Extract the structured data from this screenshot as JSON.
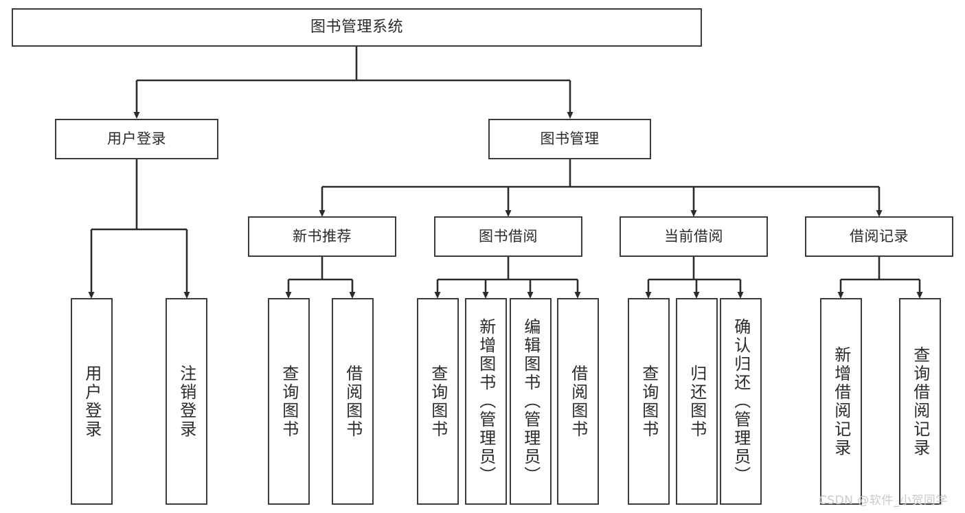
{
  "diagram": {
    "type": "tree-hierarchy",
    "title": "图书管理系统",
    "orientation": "top-down",
    "colors": {
      "box_border": "#3b3b3b",
      "box_fill": "#ffffff",
      "text": "#2b2b2b",
      "edge": "#2b2b2b",
      "watermark": "#c9c9c9",
      "background": "#ffffff"
    }
  },
  "root": {
    "label": "图书管理系统"
  },
  "level2": [
    {
      "label": "用户登录"
    },
    {
      "label": "图书管理"
    }
  ],
  "level3": [
    {
      "label": "新书推荐"
    },
    {
      "label": "图书借阅"
    },
    {
      "label": "当前借阅"
    },
    {
      "label": "借阅记录"
    }
  ],
  "leaves": {
    "user_login": [
      {
        "label": "用户登录"
      },
      {
        "label": "注销登录"
      }
    ],
    "new_book_recommend": [
      {
        "label": "查询图书"
      },
      {
        "label": "借阅图书"
      }
    ],
    "book_borrow": [
      {
        "label": "查询图书"
      },
      {
        "label": "新增图书（管理员）"
      },
      {
        "label": "编辑图书（管理员）"
      },
      {
        "label": "借阅图书"
      }
    ],
    "current_borrow": [
      {
        "label": "查询图书"
      },
      {
        "label": "归还图书"
      },
      {
        "label": "确认归还（管理员）"
      }
    ],
    "borrow_record": [
      {
        "label": "新增借阅记录"
      },
      {
        "label": "查询借阅记录"
      }
    ]
  },
  "watermark": {
    "text": "CSDN @软件_小贺同学"
  }
}
